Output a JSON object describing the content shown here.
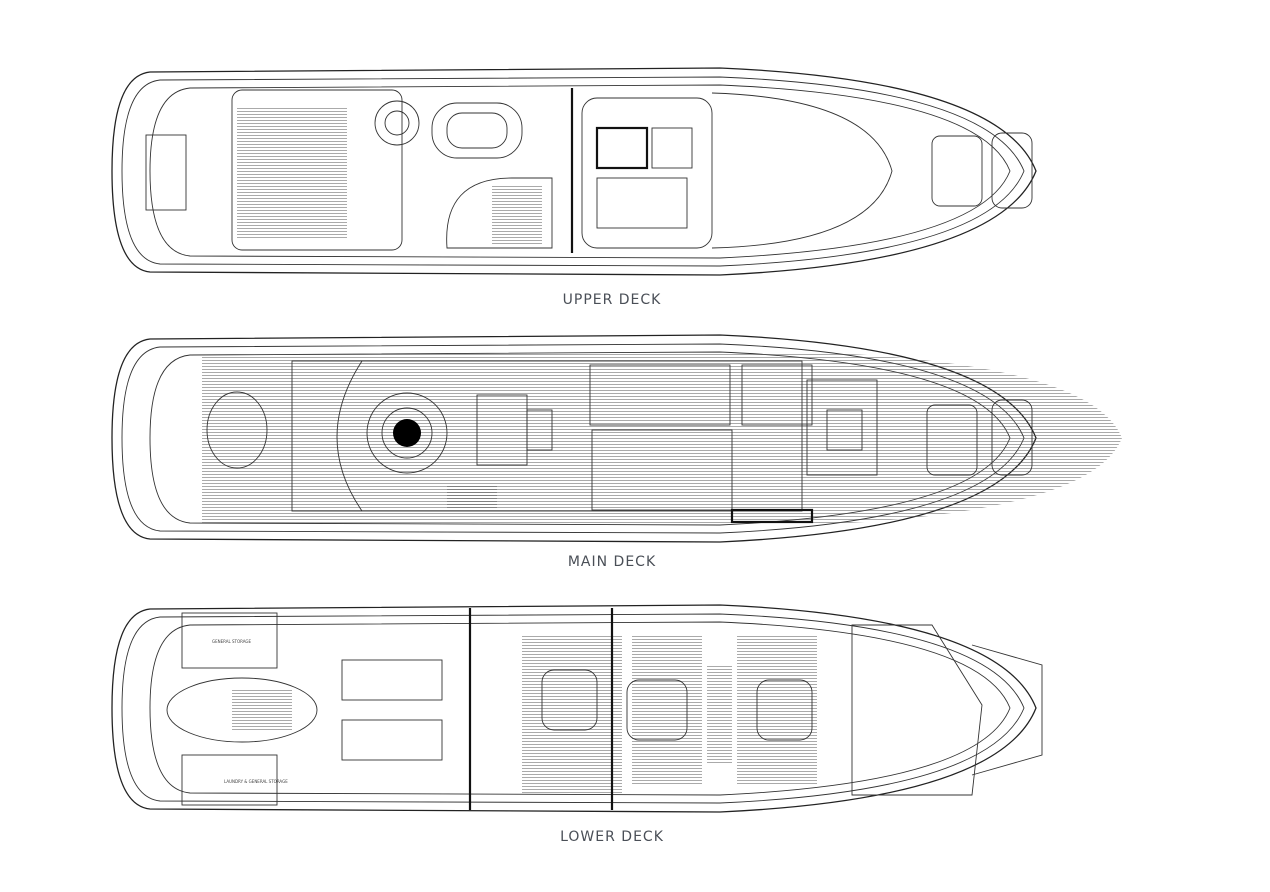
{
  "decks": [
    {
      "title": "UPPER DECK"
    },
    {
      "title": "MAIN DECK"
    },
    {
      "title": "LOWER DECK",
      "rooms": [
        "GENERAL STORAGE",
        "LAUNDRY & GENERAL STORAGE"
      ]
    }
  ],
  "colors": {
    "line": "#222222",
    "label": "#4a4f57"
  }
}
